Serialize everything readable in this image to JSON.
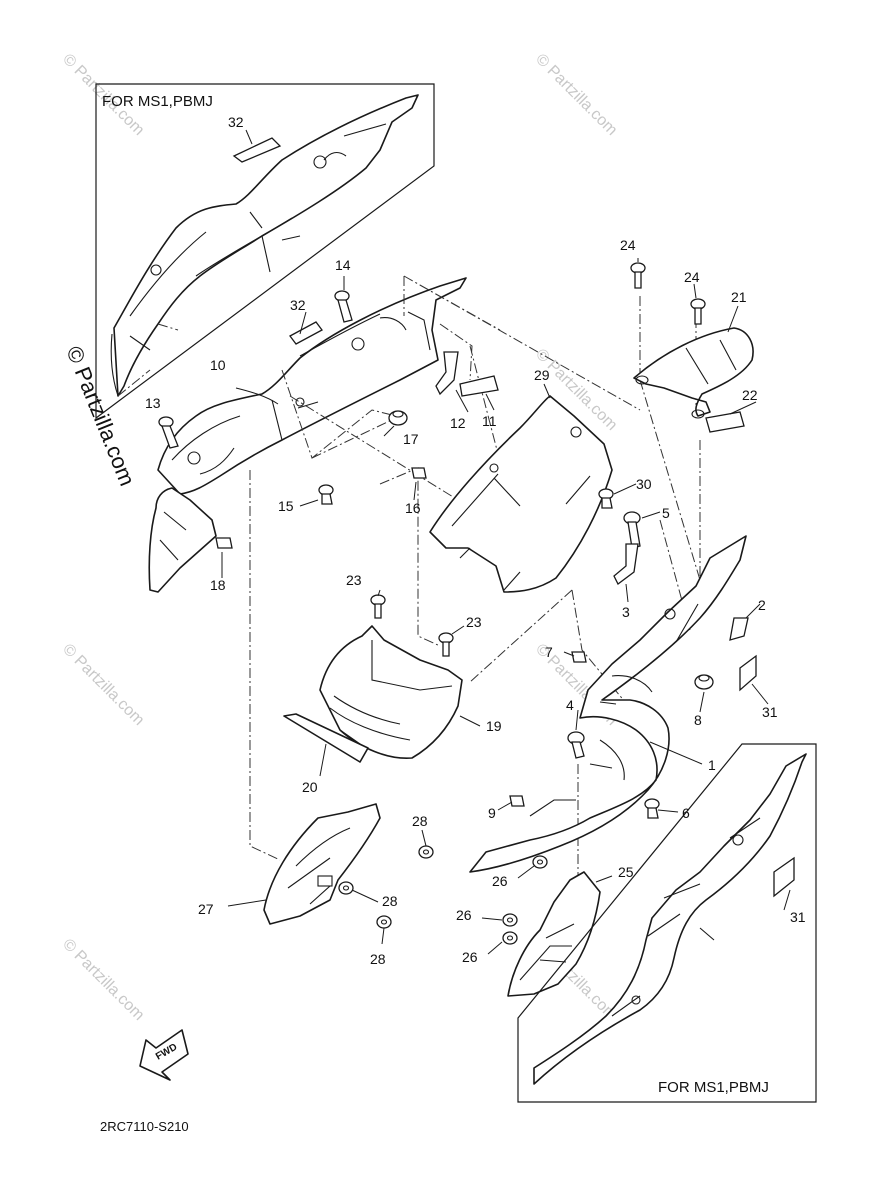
{
  "variant_label": "FOR MS1,PBMJ",
  "diagram_code": "2RC7110-S210",
  "watermark": "© Partzilla.com",
  "fwd_label": "FWD",
  "callouts": {
    "c1": "1",
    "c2": "2",
    "c3": "3",
    "c4": "4",
    "c5": "5",
    "c6": "6",
    "c7": "7",
    "c8": "8",
    "c9": "9",
    "c10": "10",
    "c11": "11",
    "c12": "12",
    "c13": "13",
    "c14": "14",
    "c15": "15",
    "c16": "16",
    "c17": "17",
    "c18": "18",
    "c19": "19",
    "c20": "20",
    "c21": "21",
    "c22": "22",
    "c23": "23",
    "c24": "24",
    "c25": "25",
    "c26": "26",
    "c27": "27",
    "c28": "28",
    "c29": "29",
    "c30": "30",
    "c31": "31",
    "c32": "32"
  }
}
